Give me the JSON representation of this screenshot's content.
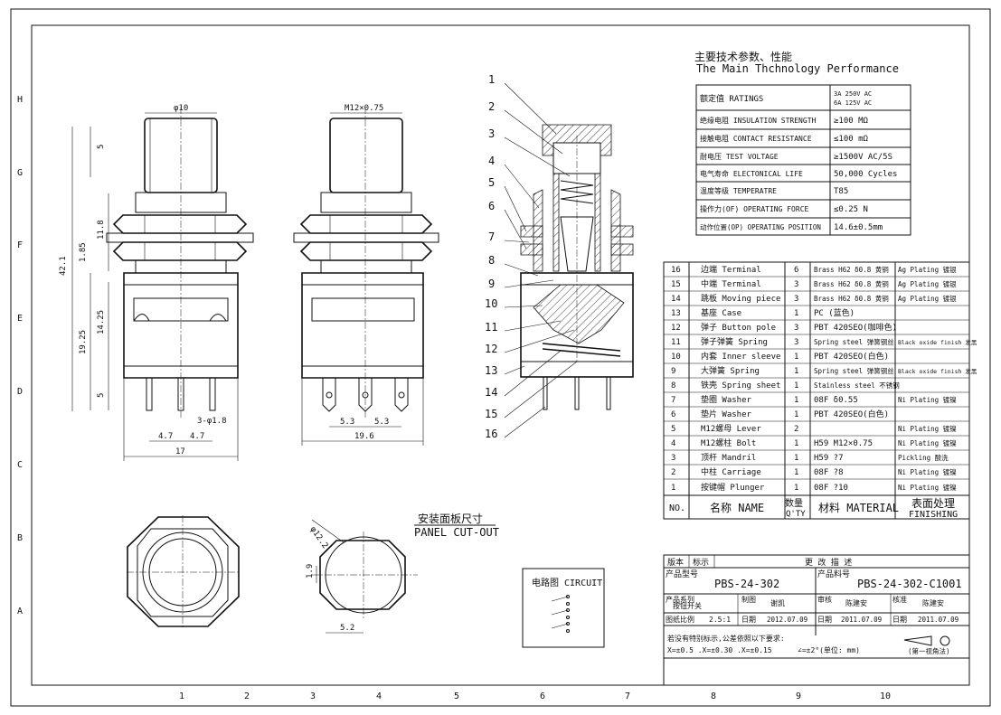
{
  "frame": {
    "row_marks": [
      "H",
      "G",
      "F",
      "E",
      "D",
      "C",
      "B",
      "A"
    ],
    "col_marks": [
      "1",
      "2",
      "3",
      "4",
      "5",
      "6",
      "7",
      "8",
      "9",
      "10"
    ]
  },
  "front_view": {
    "dims": [
      "φ10",
      "5",
      "11.8",
      "1.85",
      "42.1",
      "14.25",
      "19.25",
      "5",
      "3-φ1.8",
      "4.7",
      "4.7",
      "17"
    ]
  },
  "side_view": {
    "dims": [
      "M12×0.75",
      "5.3",
      "5.3",
      "19.6"
    ]
  },
  "section_view": {
    "callouts": [
      "1",
      "2",
      "3",
      "4",
      "5",
      "6",
      "7",
      "8",
      "9",
      "10",
      "11",
      "12",
      "13",
      "14",
      "15",
      "16"
    ]
  },
  "performance": {
    "title_cn": "主要技术参数、性能",
    "title_en": "The Main Thchnology Performance",
    "rows": [
      {
        "label": "额定值 RATINGS",
        "value": "3A 250V AC",
        "value2": "6A 125V AC"
      },
      {
        "label": "绝缘电阻 INSULATION STRENGTH",
        "value": "≥100 MΩ",
        "value2": ""
      },
      {
        "label": "接触电阻 CONTACT RESISTANCE",
        "value": "≤100 mΩ",
        "value2": ""
      },
      {
        "label": "耐电压 TEST VOLTAGE",
        "value": "≥1500V AC/5S",
        "value2": ""
      },
      {
        "label": "电气寿命 ELECTONICAL LIFE",
        "value": "50,000 Cycles",
        "value2": ""
      },
      {
        "label": "温度等级 TEMPERATRE",
        "value": "T85",
        "value2": ""
      },
      {
        "label": "操作力(OF) OPERATING FORCE",
        "value": "≤0.25 N",
        "value2": ""
      },
      {
        "label": "动作位置(OP) OPERATING POSITION",
        "value": "14.6±0.5mm",
        "value2": ""
      }
    ]
  },
  "bom": {
    "rows": [
      [
        "16",
        "边端 Terminal",
        "6",
        "Brass H62 δ0.8 黄铜",
        "Ag Plating 镀银"
      ],
      [
        "15",
        "中端 Terminal",
        "3",
        "Brass H62 δ0.8 黄铜",
        "Ag Plating 镀银"
      ],
      [
        "14",
        "跳板 Moving piece",
        "3",
        "Brass H62 δ0.8 黄铜",
        "Ag Plating 镀银"
      ],
      [
        "13",
        "基座 Case",
        "1",
        "PC (蓝色)",
        ""
      ],
      [
        "12",
        "弹子 Button pole",
        "3",
        "PBT 420SEO(咖啡色)",
        ""
      ],
      [
        "11",
        "弹子弹簧 Spring",
        "3",
        "Spring steel 弹簧钢丝",
        "Black oxide finish 发黑"
      ],
      [
        "10",
        "内套 Inner sleeve",
        "1",
        "PBT 420SEO(白色)",
        ""
      ],
      [
        "9",
        "大弹簧 Spring",
        "1",
        "Spring steel 弹簧钢丝",
        "Black oxide finish 发黑"
      ],
      [
        "8",
        "铁壳 Spring sheet",
        "1",
        "Stainless steel 不锈钢",
        ""
      ],
      [
        "7",
        "垫圈 Washer",
        "1",
        "08F δ0.55",
        "Ni Plating 镀镍"
      ],
      [
        "6",
        "垫片 Washer",
        "1",
        "PBT 420SEO(白色)",
        ""
      ],
      [
        "5",
        "M12螺母 Lever",
        "2",
        "",
        "Ni Plating 镀镍"
      ],
      [
        "4",
        "M12螺柱 Bolt",
        "1",
        "H59 M12×0.75",
        "Ni Plating 镀镍"
      ],
      [
        "3",
        "顶杆 Mandril",
        "1",
        "H59 ?7",
        "Pickling 酸洗"
      ],
      [
        "2",
        "中柱 Carriage",
        "1",
        "08F ?8",
        "Ni Plating 镀镍"
      ],
      [
        "1",
        "按键帽 Plunger",
        "1",
        "08F ?10",
        "Ni Plating 镀镍"
      ]
    ],
    "header": {
      "no": "NO.",
      "name": "名称 NAME",
      "qty_cn": "数量",
      "qty_en": "Q'TY",
      "material": "材料 MATERIAL",
      "finish_cn": "表面处理",
      "finish_en": "FINISHING"
    }
  },
  "panel_cutout": {
    "title_cn": "安装面板尺寸",
    "title_en": "PANEL CUT-OUT",
    "dims": [
      "φ12.2",
      "1.9",
      "5.2"
    ]
  },
  "circuit": {
    "title": "电路图 CIRCUIT"
  },
  "title_block": {
    "rev_labels": [
      "版本",
      "标示",
      "更 改 描 述"
    ],
    "product_model_label": "产品型号",
    "product_model": "PBS-24-302",
    "part_no_label": "产品料号",
    "part_no": "PBS-24-302-C1001",
    "series_label": "产品系列",
    "series": "按钮开关",
    "drawn_label": "制图",
    "drawn": "谢凯",
    "review_label": "审核",
    "review": "陈建安",
    "approve_label": "核准",
    "approve": "陈建安",
    "scale_label": "图纸比例",
    "scale": "2.5:1",
    "date_label": "日期",
    "date1": "2012.07.09",
    "date2": "2011.07.09",
    "date3": "2011.07.09",
    "tolerance_title": "若没有特别标示,公差依照以下要求:",
    "tolerance": "X=±0.5  .X=±0.30  .X=±0.15",
    "angle_tol": "∠=±2°(单位: mm)",
    "projection": "(第一视角法)"
  }
}
